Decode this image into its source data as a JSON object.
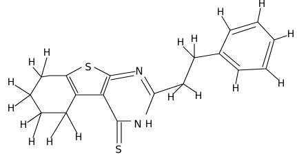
{
  "labels": {
    "sulfur_ring": "S",
    "nitrogen_upper": "N",
    "nitrogen_lower": "N",
    "nh_hydrogen": "H",
    "thione_sulfur": "S",
    "hydrogen": "H"
  }
}
